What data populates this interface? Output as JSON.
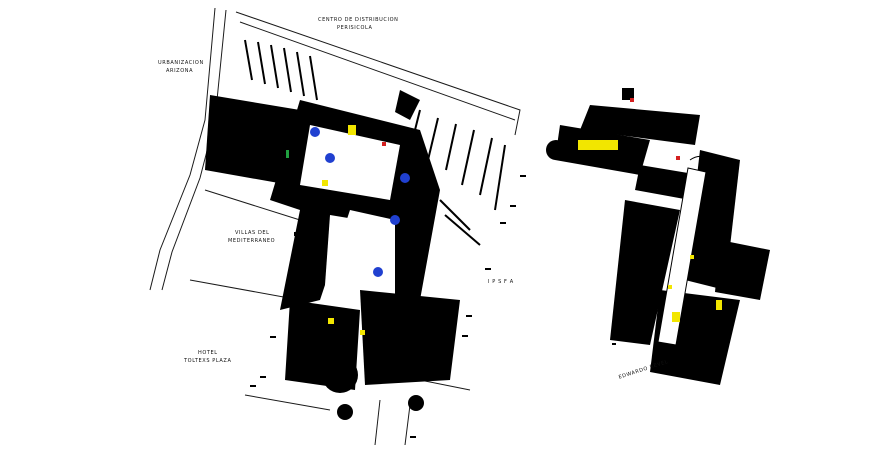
{
  "drawing": {
    "labels": {
      "centro_distribucion": "CENTRO DE DISTRIBUCION",
      "perisicola": "PERISICOLA",
      "urbanizacion": "URBANIZACION",
      "arizona": "ARIZONA",
      "villas_del": "VILLAS DEL",
      "mediterraneo": "MEDITERRANEO",
      "hotel": "HOTEL",
      "toltexs_plaza": "TOLTEXS PLAZA",
      "ipsfa": "I P S F A",
      "edwardo_revel": "EDWARDO REVEL"
    },
    "colors": {
      "background": "#ffffff",
      "building": "#000000",
      "line_work": "#1a1a1a",
      "highlight_yellow": "#f2e600",
      "highlight_red": "#d42020",
      "highlight_green": "#20a040",
      "highlight_blue": "#2040d0"
    }
  }
}
